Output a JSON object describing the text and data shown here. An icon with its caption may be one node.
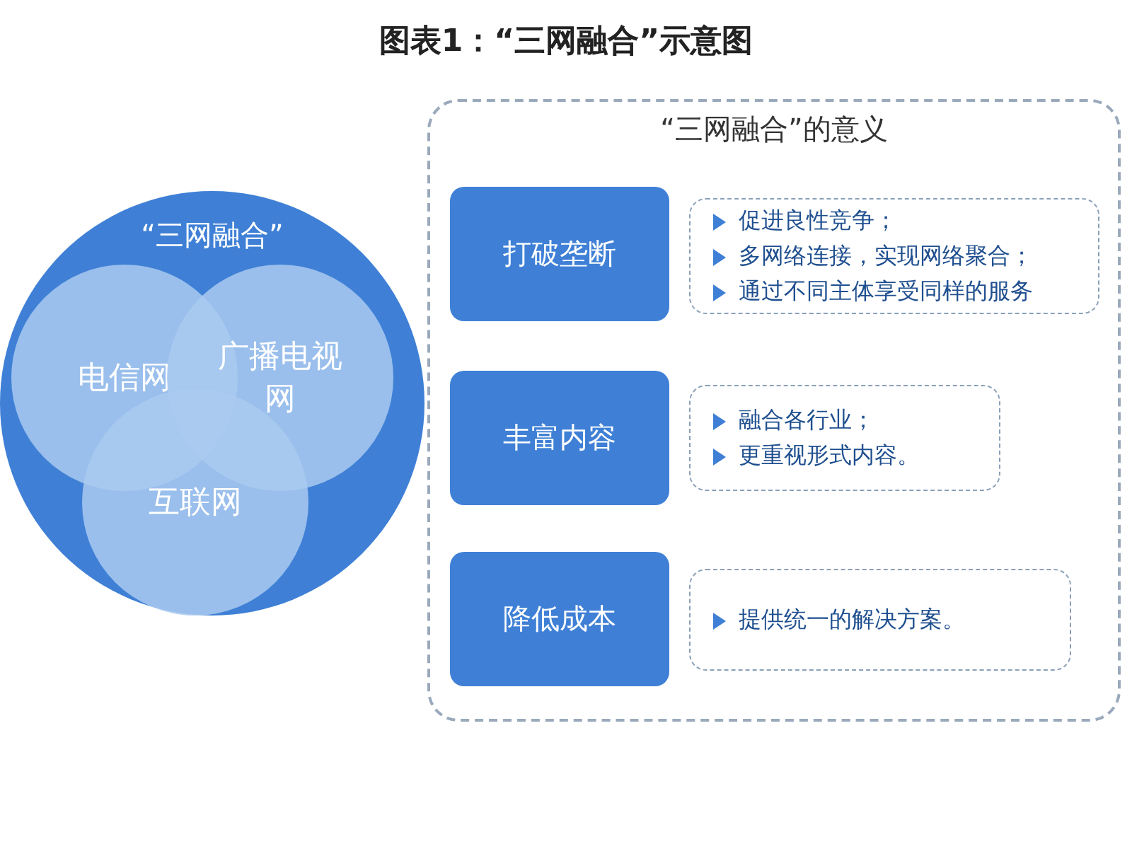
{
  "diagram": {
    "title": "图表1：“三网融合”示意图",
    "nodes": [
      {
        "text": [
          "“三网融合”"
        ]
      },
      {
        "text": [
          "电信网"
        ],
        "in": 0
      },
      {
        "text": [
          "广播电视网"
        ],
        "in": 0
      },
      {
        "text": [
          "互联网"
        ],
        "in": 0
      },
      {
        "text": [
          "“三网融合”的意义"
        ]
      },
      {
        "text": [
          "打破垄断"
        ],
        "in": 4
      },
      {
        "text": [
          "促进良性竞争；",
          "多网络连接，实现网络聚合；",
          "通过不同主体享受同样的服务"
        ],
        "in": 4
      },
      {
        "text": [
          "丰富内容"
        ],
        "in": 4
      },
      {
        "text": [
          "融合各行业；",
          "更重视形式内容。"
        ],
        "in": 4
      },
      {
        "text": [
          "降低成本"
        ],
        "in": 4
      },
      {
        "text": [
          "提供统一的解决方案。"
        ],
        "in": 4
      }
    ],
    "edges": []
  }
}
